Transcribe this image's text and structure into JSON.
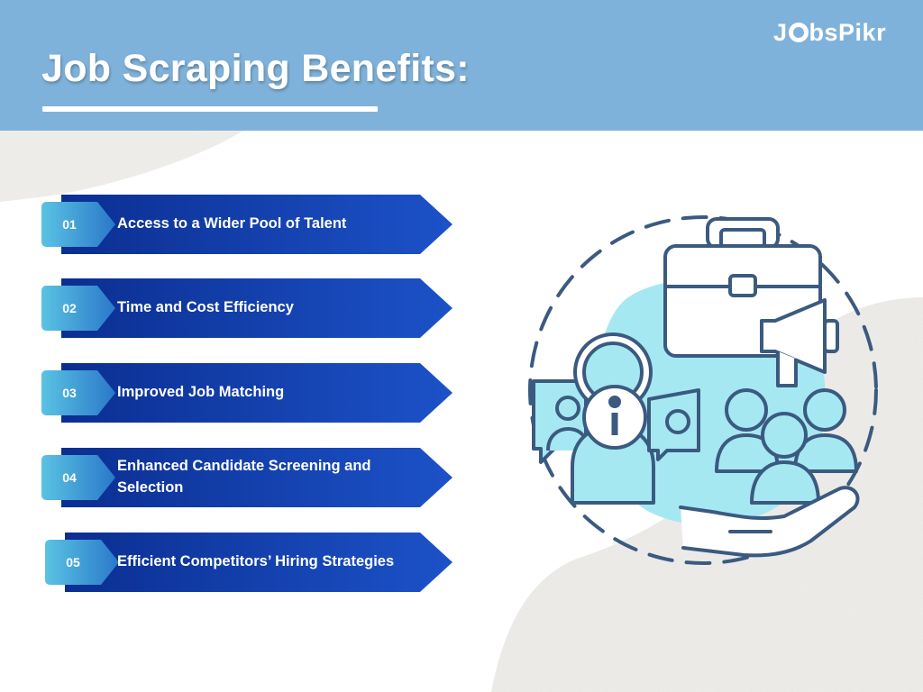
{
  "header": {
    "title": "Job Scraping Benefits:",
    "logo_text_1": "J",
    "logo_text_2": "bsPikr"
  },
  "colors": {
    "header_bg": "#7fb2da",
    "arrow_dark": "#0b2e91",
    "arrow_mid": "#1c52c8",
    "badge_start": "#5ac3e3",
    "badge_end": "#2a78c9",
    "icon_stroke": "#3b5a80",
    "icon_fill": "#a6e8f2"
  },
  "benefits": [
    {
      "number": "01",
      "label": "Access to a Wider Pool of Talent"
    },
    {
      "number": "02",
      "label": "Time and Cost Efficiency"
    },
    {
      "number": "03",
      "label": "Improved Job Matching"
    },
    {
      "number": "04",
      "label": "Enhanced Candidate Screening and Selection"
    },
    {
      "number": "05",
      "label": "Efficient Competitors’ Hiring Strategies"
    }
  ],
  "illustration": {
    "icons": [
      "briefcase-icon",
      "megaphone-icon",
      "team-icon",
      "info-icon",
      "chat-bubble-icon",
      "hand-icon"
    ]
  }
}
